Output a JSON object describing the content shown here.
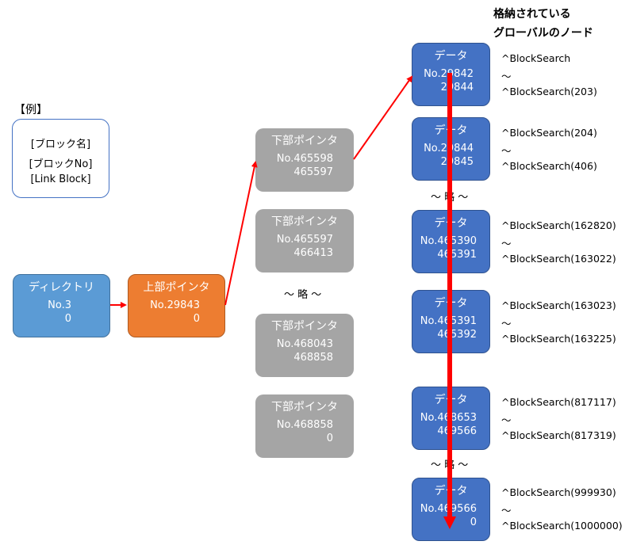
{
  "legend_title": "【例】",
  "legend": {
    "line1": "[ブロック名]",
    "line2": "[ブロックNo]",
    "line3": "[Link Block]"
  },
  "header": {
    "line1": "格納されている",
    "line2": "グローバルのノード"
  },
  "directory": {
    "title": "ディレクトリ",
    "no": "No.3",
    "link": "0"
  },
  "upper": {
    "title": "上部ポインタ",
    "no": "No.29843",
    "link": "0"
  },
  "lower": [
    {
      "title": "下部ポインタ",
      "no": "No.465598",
      "link": "465597"
    },
    {
      "title": "下部ポインタ",
      "no": "No.465597",
      "link": "466413"
    },
    {
      "title": "下部ポインタ",
      "no": "No.468043",
      "link": "468858"
    },
    {
      "title": "下部ポインタ",
      "no": "No.468858",
      "link": "0"
    }
  ],
  "lower_omit": "～ 略 ～",
  "data_blocks": [
    {
      "title": "データ",
      "no": "No.29842",
      "link": "29844"
    },
    {
      "title": "データ",
      "no": "No.29844",
      "link": "29845"
    },
    {
      "title": "データ",
      "no": "No.465390",
      "link": "465391"
    },
    {
      "title": "データ",
      "no": "No.465391",
      "link": "465392"
    },
    {
      "title": "データ",
      "no": "No.468653",
      "link": "469566"
    },
    {
      "title": "データ",
      "no": "No.469566",
      "link": "0"
    }
  ],
  "data_omit_1": "～ 略 ～",
  "data_omit_2": "～ 略 ～",
  "ranges": [
    {
      "from": "^BlockSearch",
      "sep": "～",
      "to": "^BlockSearch(203)"
    },
    {
      "from": "^BlockSearch(204)",
      "sep": "～",
      "to": "^BlockSearch(406)"
    },
    {
      "from": "^BlockSearch(162820)",
      "sep": "～",
      "to": "^BlockSearch(163022)"
    },
    {
      "from": "^BlockSearch(163023)",
      "sep": "～",
      "to": "^BlockSearch(163225)"
    },
    {
      "from": "^BlockSearch(817117)",
      "sep": "～",
      "to": "^BlockSearch(817319)"
    },
    {
      "from": "^BlockSearch(999930)",
      "sep": "～",
      "to": "^BlockSearch(1000000)"
    }
  ],
  "colors": {
    "arrow": "#ff0000",
    "gray": "#a5a5a5",
    "blue": "#4472c4",
    "light_blue": "#5b9bd5",
    "orange": "#ed7d31"
  }
}
